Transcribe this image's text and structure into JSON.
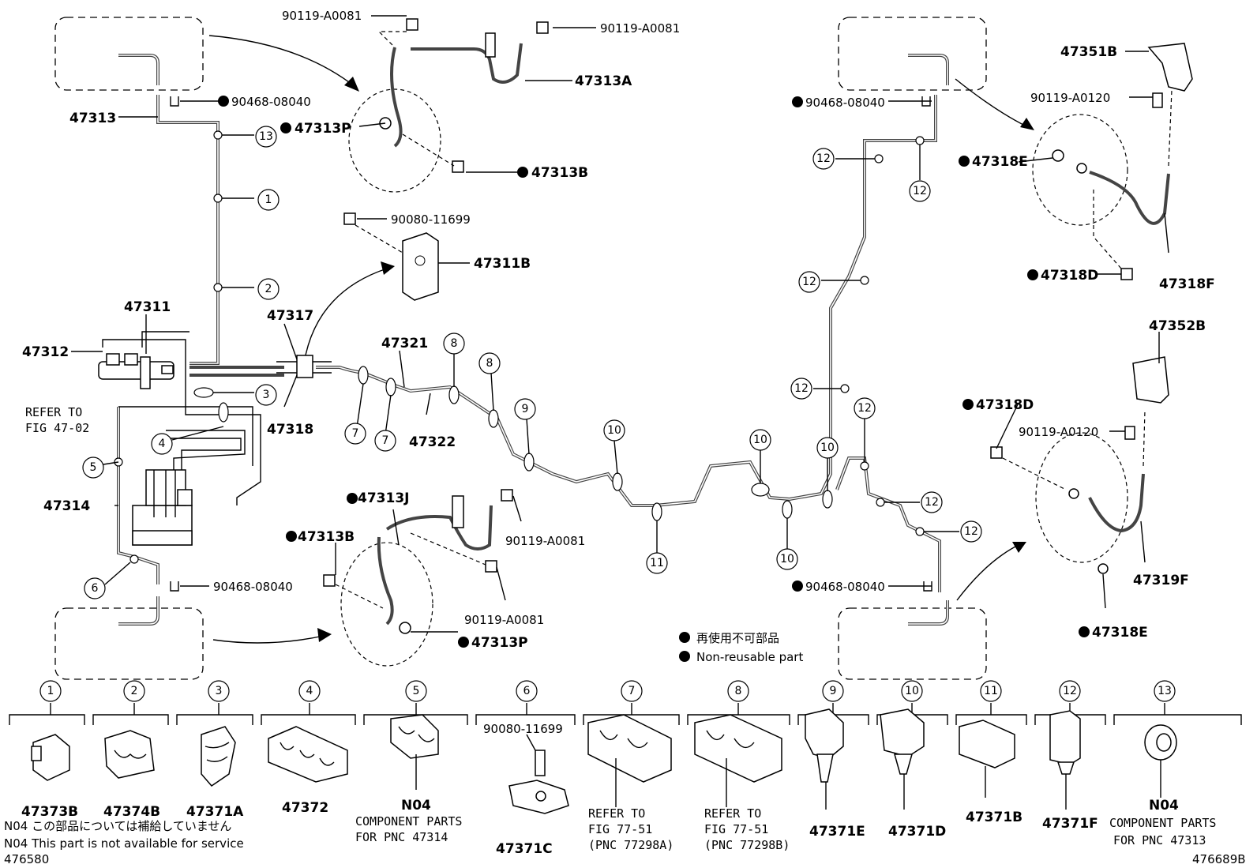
{
  "callouts": {
    "c47313": "47313",
    "c90468_tl": "90468-08040",
    "c90119_a": "90119-A0081",
    "c90119_b": "90119-A0081",
    "c47313A": "47313A",
    "c47313P_top": "47313P",
    "c47313B_top": "47313B",
    "c90080": "90080-11699",
    "c47311B": "47311B",
    "c47311": "47311",
    "c47312": "47312",
    "refer_fig_4702_a": "REFER TO",
    "refer_fig_4702_b": "FIG 47-02",
    "c47317": "47317",
    "c47318": "47318",
    "c47321": "47321",
    "c47322": "47322",
    "c47314": "47314",
    "c47313J": "47313J",
    "c47313B_bot": "47313B",
    "c90119_c": "90119-A0081",
    "c90119_d": "90119-A0081",
    "c90468_bl": "90468-08040",
    "c47313P_bot": "47313P",
    "c90468_tr": "90468-08040",
    "c47351B": "47351B",
    "c90119_A0120_a": "90119-A0120",
    "c47318E_top": "47318E",
    "c47318D_top": "47318D",
    "c47318F": "47318F",
    "c47352B": "47352B",
    "c47318D_bot": "47318D",
    "c90119_A0120_b": "90119-A0120",
    "c47319F": "47319F",
    "c90468_br": "90468-08040",
    "c47318E_bot": "47318E"
  },
  "legend": {
    "jp": "再使用不可部品",
    "en": "Non-reusable part"
  },
  "bubbles": {
    "b1": "1",
    "b2": "2",
    "b3": "3",
    "b4": "4",
    "b5": "5",
    "b6": "6",
    "b7a": "7",
    "b7b": "7",
    "b8a": "8",
    "b8b": "8",
    "b9": "9",
    "b10a": "10",
    "b10b": "10",
    "b10c": "10",
    "b10d": "10",
    "b11": "11",
    "b12a": "12",
    "b12b": "12",
    "b12c": "12",
    "b12d": "12",
    "b12e": "12",
    "b12f": "12",
    "b12g": "12",
    "b13": "13"
  },
  "clamp_table": [
    {
      "num": "1",
      "part": "47373B"
    },
    {
      "num": "2",
      "part": "47374B"
    },
    {
      "num": "3",
      "part": "47371A"
    },
    {
      "num": "4",
      "part": "47372"
    },
    {
      "num": "5",
      "part": "N04",
      "note1": "COMPONENT PARTS",
      "note2": "FOR PNC 47314"
    },
    {
      "num": "6",
      "part": "47371C",
      "bolt": "90080-11699"
    },
    {
      "num": "7",
      "ref1": "REFER TO",
      "ref2": "FIG 77-51",
      "ref3": "(PNC 77298A)"
    },
    {
      "num": "8",
      "ref1": "REFER TO",
      "ref2": "FIG 77-51",
      "ref3": "(PNC 77298B)"
    },
    {
      "num": "9",
      "part": "47371E"
    },
    {
      "num": "10",
      "part": "47371D"
    },
    {
      "num": "11",
      "part": "47371B"
    },
    {
      "num": "12",
      "part": "47371F"
    },
    {
      "num": "13",
      "part": "N04",
      "note1": "COMPONENT PARTS",
      "note2": "FOR PNC 47313"
    }
  ],
  "footnotes": {
    "jp": "N04 この部品については補給していません",
    "en": "N04 This part is not available for service",
    "code_left": "476580",
    "code_right": "476689B"
  }
}
